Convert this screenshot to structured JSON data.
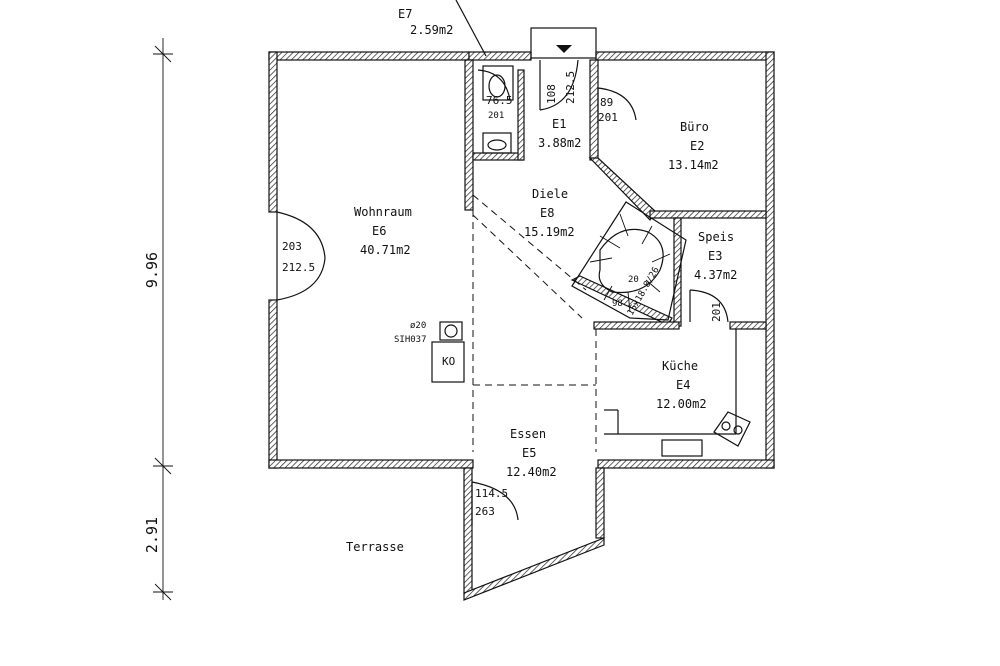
{
  "rooms": {
    "e7": {
      "name": "E7",
      "area": "2.59m2"
    },
    "e1": {
      "name": "E1",
      "area": "3.88m2"
    },
    "e2": {
      "label": "Büro",
      "name": "E2",
      "area": "13.14m2"
    },
    "e6": {
      "label": "Wohnraum",
      "name": "E6",
      "area": "40.71m2"
    },
    "e8": {
      "label": "Diele",
      "name": "E8",
      "area": "15.19m2"
    },
    "e3": {
      "label": "Speis",
      "name": "E3",
      "area": "4.37m2"
    },
    "e4": {
      "label": "Küche",
      "name": "E4",
      "area": "12.00m2"
    },
    "e5": {
      "label": "Essen",
      "name": "E5",
      "area": "12.40m2"
    },
    "terrace": {
      "label": "Terrasse"
    }
  },
  "annotations": {
    "wc_door_w": "76.5",
    "wc_door_h": "201",
    "entry_w": "108",
    "entry_h": "212.5",
    "office_door_w": "89",
    "office_door_h": "201",
    "living_door_w": "203",
    "living_door_h": "212.5",
    "stair_spec": "15x18.8/26",
    "stair_num_top": "20",
    "stair_num_bottom": "98",
    "pantry_door": "201",
    "chimney_size": "ø20",
    "chimney_model": "SIH037",
    "stove": "KO",
    "terrace_door_w": "114.5",
    "terrace_door_h": "263"
  },
  "dimensions": {
    "main_height": "9.96",
    "terrace_depth": "2.91"
  }
}
